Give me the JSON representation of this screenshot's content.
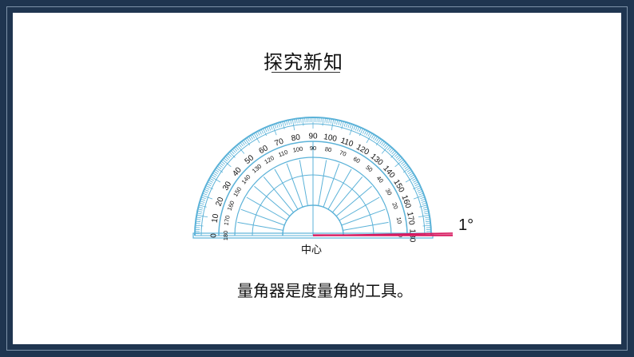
{
  "slide": {
    "title": "探究新知",
    "caption": "量角器是度量角的工具。",
    "center_label": "中心",
    "degree_label": "1°"
  },
  "protractor": {
    "outer_scale_labels": [
      "0",
      "10",
      "20",
      "30",
      "40",
      "50",
      "60",
      "70",
      "80",
      "90",
      "100",
      "110",
      "120",
      "130",
      "140",
      "150",
      "160",
      "170",
      "180"
    ],
    "inner_scale_labels": [
      "180",
      "170",
      "160",
      "150",
      "140",
      "130",
      "120",
      "110",
      "100",
      "90",
      "80",
      "70",
      "60",
      "50",
      "40",
      "30",
      "20",
      "10",
      "0"
    ],
    "highlighted_angle_degrees": 1,
    "colors": {
      "protractor": "#5bb2d8",
      "angle": "#d81b60"
    }
  },
  "frame_colors": {
    "background": "#1f3550",
    "panel": "#ffffff"
  }
}
